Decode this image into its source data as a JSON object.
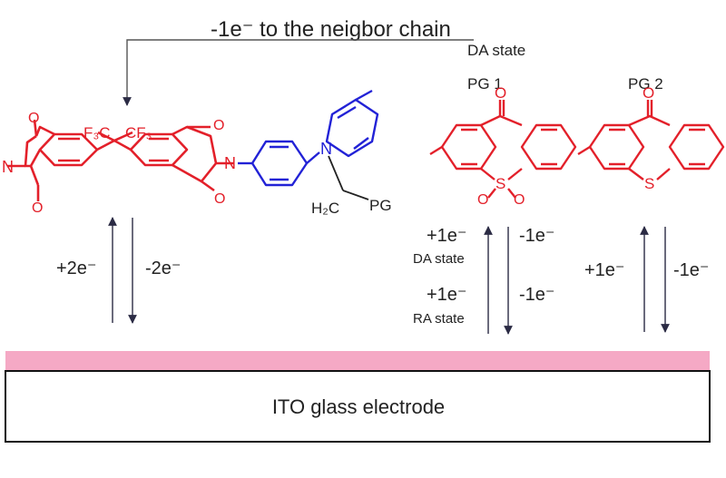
{
  "top_arrow": {
    "label": "-1e⁻ to the neigbor chain",
    "state": "DA state"
  },
  "colors": {
    "red": "#e3202a",
    "blue": "#2222d6",
    "pink": "#f5a9c5",
    "arrow": "#2b2b44"
  },
  "polymer": {
    "cf3_left": "F₃C",
    "cf3_right": "CF₃",
    "o_labels": [
      "O",
      "O",
      "O",
      "O"
    ],
    "n_left": "N",
    "n_right": "N",
    "n_amine": "N",
    "linker": "H₂C",
    "pg": "PG",
    "arrow_left": "+2e⁻",
    "arrow_right": "-2e⁻"
  },
  "pg1": {
    "title": "PG 1",
    "o_top": "O",
    "s": "S",
    "o_s_left": "O",
    "o_s_right": "O",
    "plus1": "+1e⁻",
    "minus1": "-1e⁻",
    "state1": "DA state",
    "plus2": "+1e⁻",
    "minus2": "-1e⁻",
    "state2": "RA state"
  },
  "pg2": {
    "title": "PG 2",
    "o_top": "O",
    "s": "S",
    "plus": "+1e⁻",
    "minus": "-1e⁻"
  },
  "electrode": {
    "label": "ITO glass electrode"
  }
}
